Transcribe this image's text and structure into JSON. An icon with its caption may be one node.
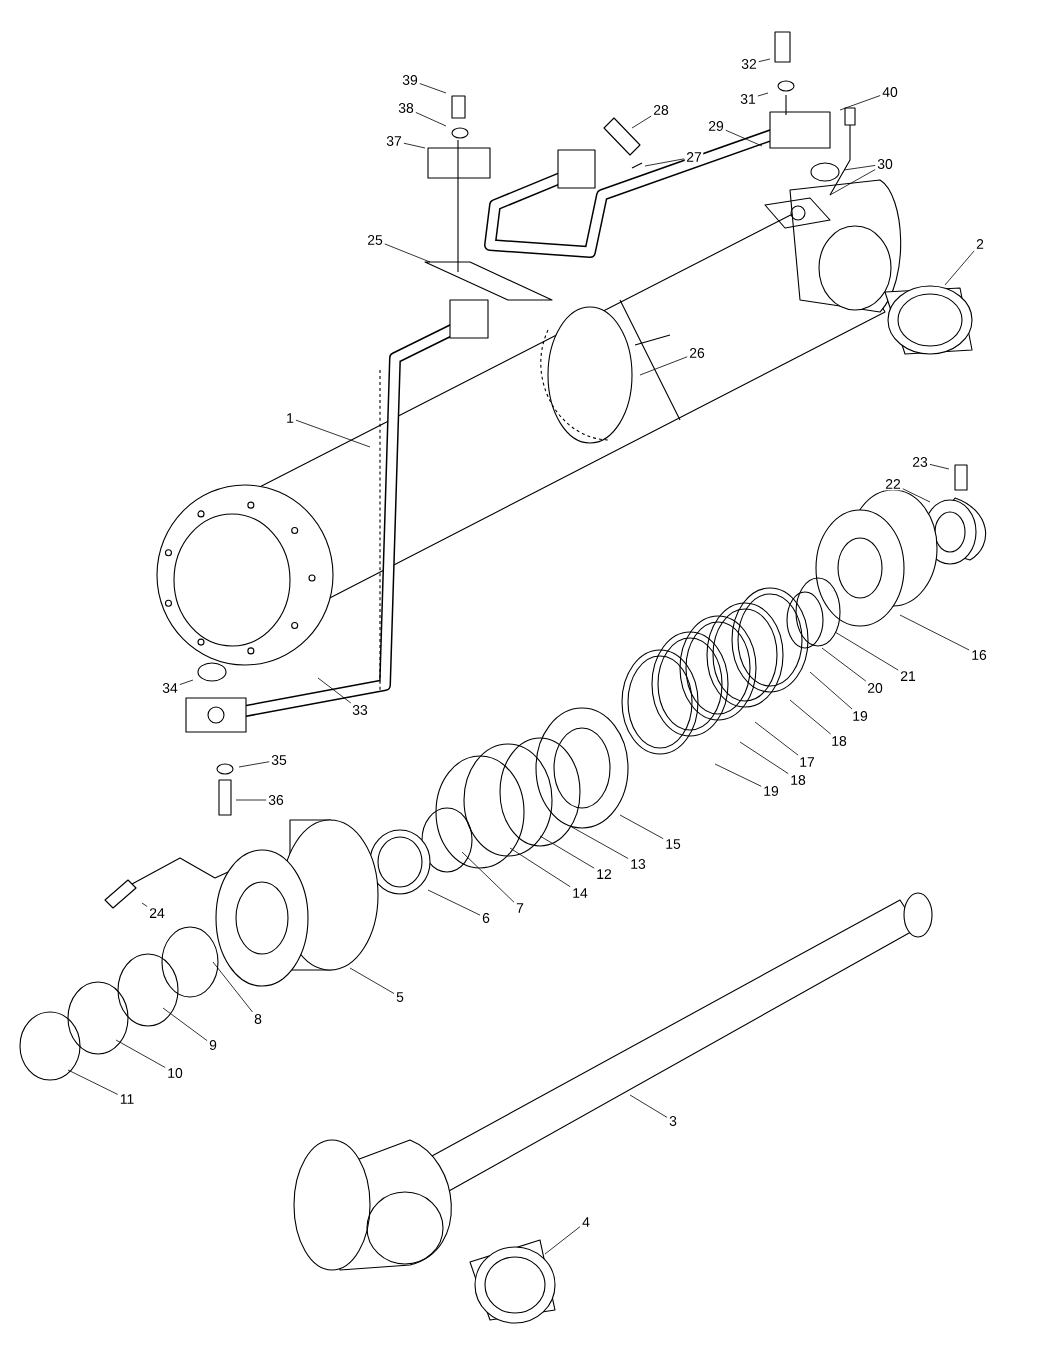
{
  "diagram": {
    "nodes": [
      {
        "text": [
          "39"
        ]
      },
      {
        "text": [
          "32"
        ]
      },
      {
        "text": [
          "38"
        ]
      },
      {
        "text": [
          "31"
        ]
      },
      {
        "text": [
          "40"
        ]
      },
      {
        "text": [
          "28"
        ]
      },
      {
        "text": [
          "37"
        ]
      },
      {
        "text": [
          "29"
        ]
      },
      {
        "text": [
          "27"
        ]
      },
      {
        "text": [
          "30"
        ]
      },
      {
        "text": [
          "25"
        ]
      },
      {
        "text": [
          "2"
        ]
      },
      {
        "text": [
          "26"
        ]
      },
      {
        "text": [
          "1"
        ]
      },
      {
        "text": [
          "23"
        ]
      },
      {
        "text": [
          "22"
        ]
      },
      {
        "text": [
          "16"
        ]
      },
      {
        "text": [
          "21"
        ]
      },
      {
        "text": [
          "34"
        ]
      },
      {
        "text": [
          "20"
        ]
      },
      {
        "text": [
          "33"
        ]
      },
      {
        "text": [
          "19"
        ]
      },
      {
        "text": [
          "18"
        ]
      },
      {
        "text": [
          "35"
        ]
      },
      {
        "text": [
          "17"
        ]
      },
      {
        "text": [
          "18"
        ]
      },
      {
        "text": [
          "19"
        ]
      },
      {
        "text": [
          "36"
        ]
      },
      {
        "text": [
          "15"
        ]
      },
      {
        "text": [
          "13"
        ]
      },
      {
        "text": [
          "12"
        ]
      },
      {
        "text": [
          "14"
        ]
      },
      {
        "text": [
          "7"
        ]
      },
      {
        "text": [
          "24"
        ]
      },
      {
        "text": [
          "6"
        ]
      },
      {
        "text": [
          "5"
        ]
      },
      {
        "text": [
          "8"
        ]
      },
      {
        "text": [
          "9"
        ]
      },
      {
        "text": [
          "10"
        ]
      },
      {
        "text": [
          "11"
        ]
      },
      {
        "text": [
          "3"
        ]
      },
      {
        "text": [
          "4"
        ]
      }
    ],
    "edges": [
      {
        "from": 0,
        "to": null,
        "arrow": "none"
      },
      {
        "from": 1,
        "to": null,
        "arrow": "none"
      },
      {
        "from": 2,
        "to": null,
        "arrow": "none"
      },
      {
        "from": 3,
        "to": null,
        "arrow": "none"
      },
      {
        "from": 4,
        "to": null,
        "arrow": "none"
      },
      {
        "from": 5,
        "to": null,
        "arrow": "none"
      },
      {
        "from": 6,
        "to": null,
        "arrow": "none"
      },
      {
        "from": 7,
        "to": null,
        "arrow": "none"
      },
      {
        "from": 8,
        "to": null,
        "arrow": "none"
      },
      {
        "from": 9,
        "to": null,
        "arrow": "none"
      },
      {
        "from": 9,
        "to": null,
        "arrow": "none"
      },
      {
        "from": 10,
        "to": null,
        "arrow": "none"
      },
      {
        "from": 11,
        "to": null,
        "arrow": "none"
      },
      {
        "from": 12,
        "to": null,
        "arrow": "none"
      },
      {
        "from": 13,
        "to": null,
        "arrow": "none"
      },
      {
        "from": 14,
        "to": null,
        "arrow": "none"
      },
      {
        "from": 15,
        "to": null,
        "arrow": "none"
      },
      {
        "from": 16,
        "to": null,
        "arrow": "none"
      },
      {
        "from": 17,
        "to": null,
        "arrow": "none"
      },
      {
        "from": 18,
        "to": null,
        "arrow": "none"
      },
      {
        "from": 19,
        "to": null,
        "arrow": "none"
      },
      {
        "from": 20,
        "to": null,
        "arrow": "none"
      },
      {
        "from": 21,
        "to": null,
        "arrow": "none"
      },
      {
        "from": 22,
        "to": null,
        "arrow": "none"
      },
      {
        "from": 23,
        "to": null,
        "arrow": "none"
      },
      {
        "from": 24,
        "to": null,
        "arrow": "none"
      },
      {
        "from": 25,
        "to": null,
        "arrow": "none"
      },
      {
        "from": 26,
        "to": null,
        "arrow": "none"
      },
      {
        "from": 27,
        "to": null,
        "arrow": "none"
      },
      {
        "from": 28,
        "to": null,
        "arrow": "none"
      },
      {
        "from": 29,
        "to": null,
        "arrow": "none"
      },
      {
        "from": 30,
        "to": null,
        "arrow": "none"
      },
      {
        "from": 31,
        "to": null,
        "arrow": "none"
      },
      {
        "from": 32,
        "to": null,
        "arrow": "none"
      },
      {
        "from": 33,
        "to": null,
        "arrow": "none"
      },
      {
        "from": 34,
        "to": null,
        "arrow": "none"
      },
      {
        "from": 35,
        "to": null,
        "arrow": "none"
      },
      {
        "from": 36,
        "to": null,
        "arrow": "none"
      },
      {
        "from": 37,
        "to": null,
        "arrow": "none"
      },
      {
        "from": 38,
        "to": null,
        "arrow": "none"
      },
      {
        "from": 39,
        "to": null,
        "arrow": "none"
      },
      {
        "from": 40,
        "to": null,
        "arrow": "none"
      },
      {
        "from": 41,
        "to": null,
        "arrow": "none"
      }
    ]
  }
}
